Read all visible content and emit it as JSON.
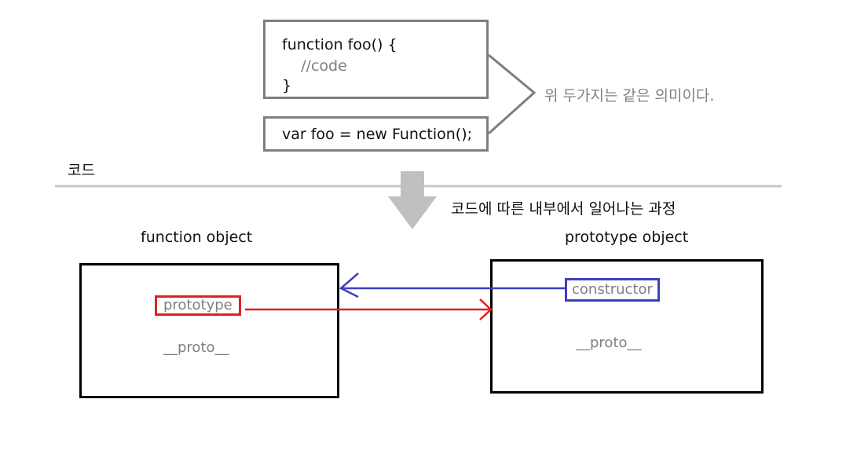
{
  "code": {
    "function_lines": [
      "function foo() {",
      "    //code",
      "}"
    ],
    "constructor_line": "var foo = new Function();"
  },
  "note": "위 두가지는 같은 의미이다.",
  "section_label": "코드",
  "process_label": "코드에 따른 내부에서 일어나는 과정",
  "function_object": {
    "title": "function object",
    "prototype_field": "prototype",
    "proto_field": "__proto__"
  },
  "prototype_object": {
    "title": "prototype object",
    "constructor_field": "constructor",
    "proto_field": "__proto__"
  },
  "colors": {
    "gray_border": "#7f7f7f",
    "divider": "#c8c8c8",
    "arrow_gray": "#c0c0c0",
    "red": "#e02020",
    "blue": "#3f3fbf"
  }
}
